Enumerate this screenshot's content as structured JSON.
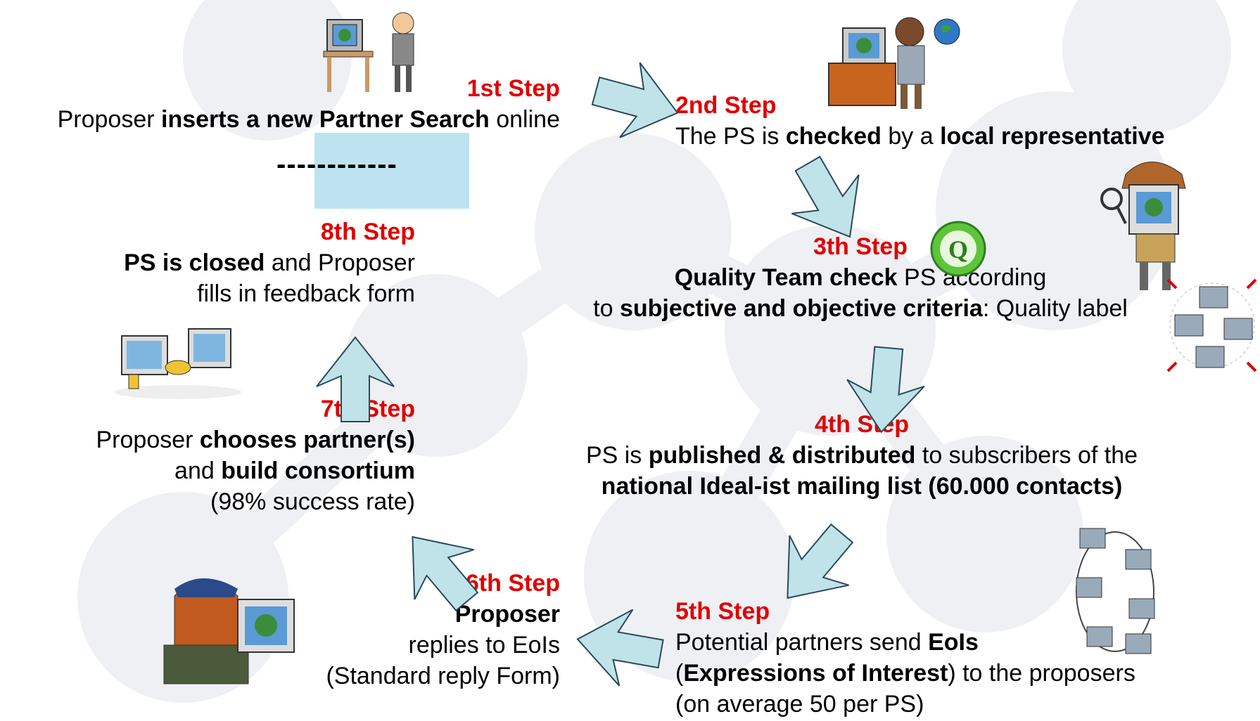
{
  "steps": [
    {
      "id": "s1",
      "label": "1st Step",
      "lines": [
        [
          [
            "",
            "Proposer "
          ],
          [
            "b",
            "inserts a new Partner Search"
          ],
          [
            "",
            " online"
          ]
        ]
      ]
    },
    {
      "id": "s2",
      "label": "2nd Step",
      "lines": [
        [
          [
            "",
            "The PS is "
          ],
          [
            "b",
            "checked"
          ],
          [
            "",
            " by a "
          ],
          [
            "b",
            "local representative"
          ]
        ]
      ]
    },
    {
      "id": "s3",
      "label": "3th Step",
      "lines": [
        [
          [
            "b",
            "Quality Team check"
          ],
          [
            "",
            " PS according"
          ]
        ],
        [
          [
            "",
            "to "
          ],
          [
            "b",
            "subjective and objective criteria"
          ],
          [
            "",
            ": Quality label"
          ]
        ]
      ]
    },
    {
      "id": "s4",
      "label": "4th Step",
      "lines": [
        [
          [
            "",
            "PS is "
          ],
          [
            "b",
            "published & distributed"
          ],
          [
            "",
            " to subscribers of the"
          ]
        ],
        [
          [
            "b",
            "national Ideal-ist mailing list (60.000 contacts)"
          ]
        ]
      ]
    },
    {
      "id": "s5",
      "label": "5th Step",
      "lines": [
        [
          [
            "",
            "Potential partners send "
          ],
          [
            "b",
            "EoIs"
          ]
        ],
        [
          [
            "",
            "("
          ],
          [
            "b",
            "Expressions of Interest"
          ],
          [
            "",
            ") to the proposers"
          ]
        ],
        [
          [
            "",
            "(on average 50 per PS)"
          ]
        ]
      ]
    },
    {
      "id": "s6",
      "label": "6th Step",
      "lines": [
        [
          [
            "b",
            "Proposer"
          ]
        ],
        [
          [
            "",
            "replies to EoIs"
          ]
        ],
        [
          [
            "",
            "(Standard reply Form)"
          ]
        ]
      ]
    },
    {
      "id": "s7",
      "label": "7th Step",
      "lines": [
        [
          [
            "",
            "Proposer "
          ],
          [
            "b",
            "chooses partner(s)"
          ]
        ],
        [
          [
            "",
            "and "
          ],
          [
            "b",
            "build consortium"
          ]
        ],
        [
          [
            "",
            "(98% success rate)"
          ]
        ]
      ]
    },
    {
      "id": "s8",
      "label": "8th Step",
      "lines": [
        [
          [
            "b",
            "PS is closed"
          ],
          [
            "",
            " and Proposer"
          ]
        ],
        [
          [
            "",
            "fills in feedback form"
          ]
        ]
      ]
    }
  ],
  "dashes": "------------",
  "quality_badge": "Q",
  "colors": {
    "label": "#e00000",
    "arrow_fill": "#bfe3e8",
    "arrow_stroke": "#2a4a5a",
    "highlight": "#bde3f0",
    "watermark": "#eef0f4"
  },
  "icons": [
    "computer-user-icon",
    "person-globe-computer-icon",
    "detective-computer-icon",
    "network-computers-icon",
    "quality-badge-icon",
    "computers-handshake-icon",
    "person-at-computer-icon",
    "network-ring-icon"
  ]
}
